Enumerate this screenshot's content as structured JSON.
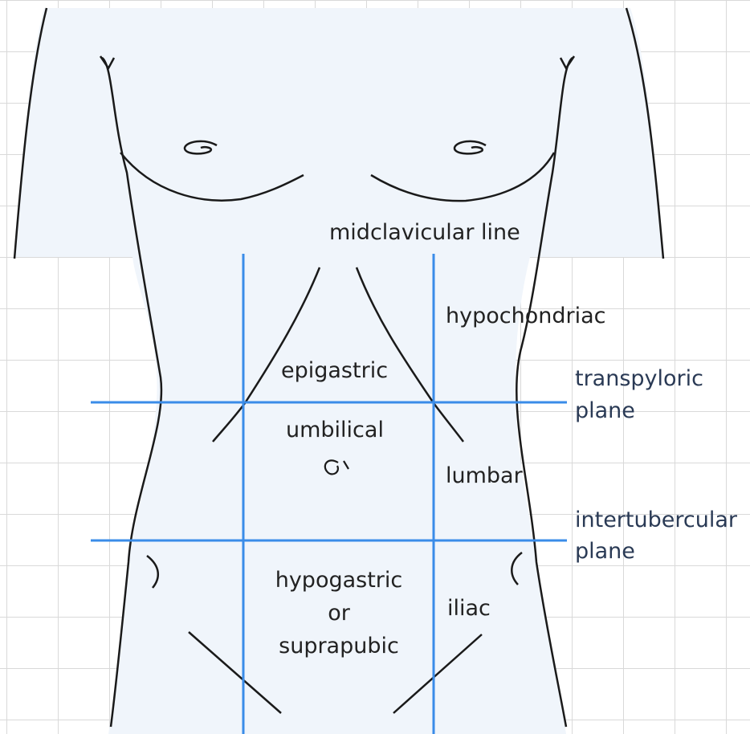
{
  "colors": {
    "torso_fill": "#f0f5fb",
    "outline": "#1a1a1a",
    "plane_lines": "#3a8ce8",
    "grid": "#d9d9d9",
    "label_text": "#222222",
    "side_label_text": "#2a3a55"
  },
  "labels": {
    "midclavicular_line": "midclavicular line",
    "hypochondriac": "hypochondriac",
    "epigastric": "epigastric",
    "umbilical": "umbilical",
    "lumbar": "lumbar",
    "hypogastric": "hypogastric",
    "or": "or",
    "suprapubic": "suprapubic",
    "iliac": "iliac",
    "transpyloric": "transpyloric",
    "transpyloric_plane": "plane",
    "intertubercular": "intertubercular",
    "intertubercular_plane": "plane"
  }
}
